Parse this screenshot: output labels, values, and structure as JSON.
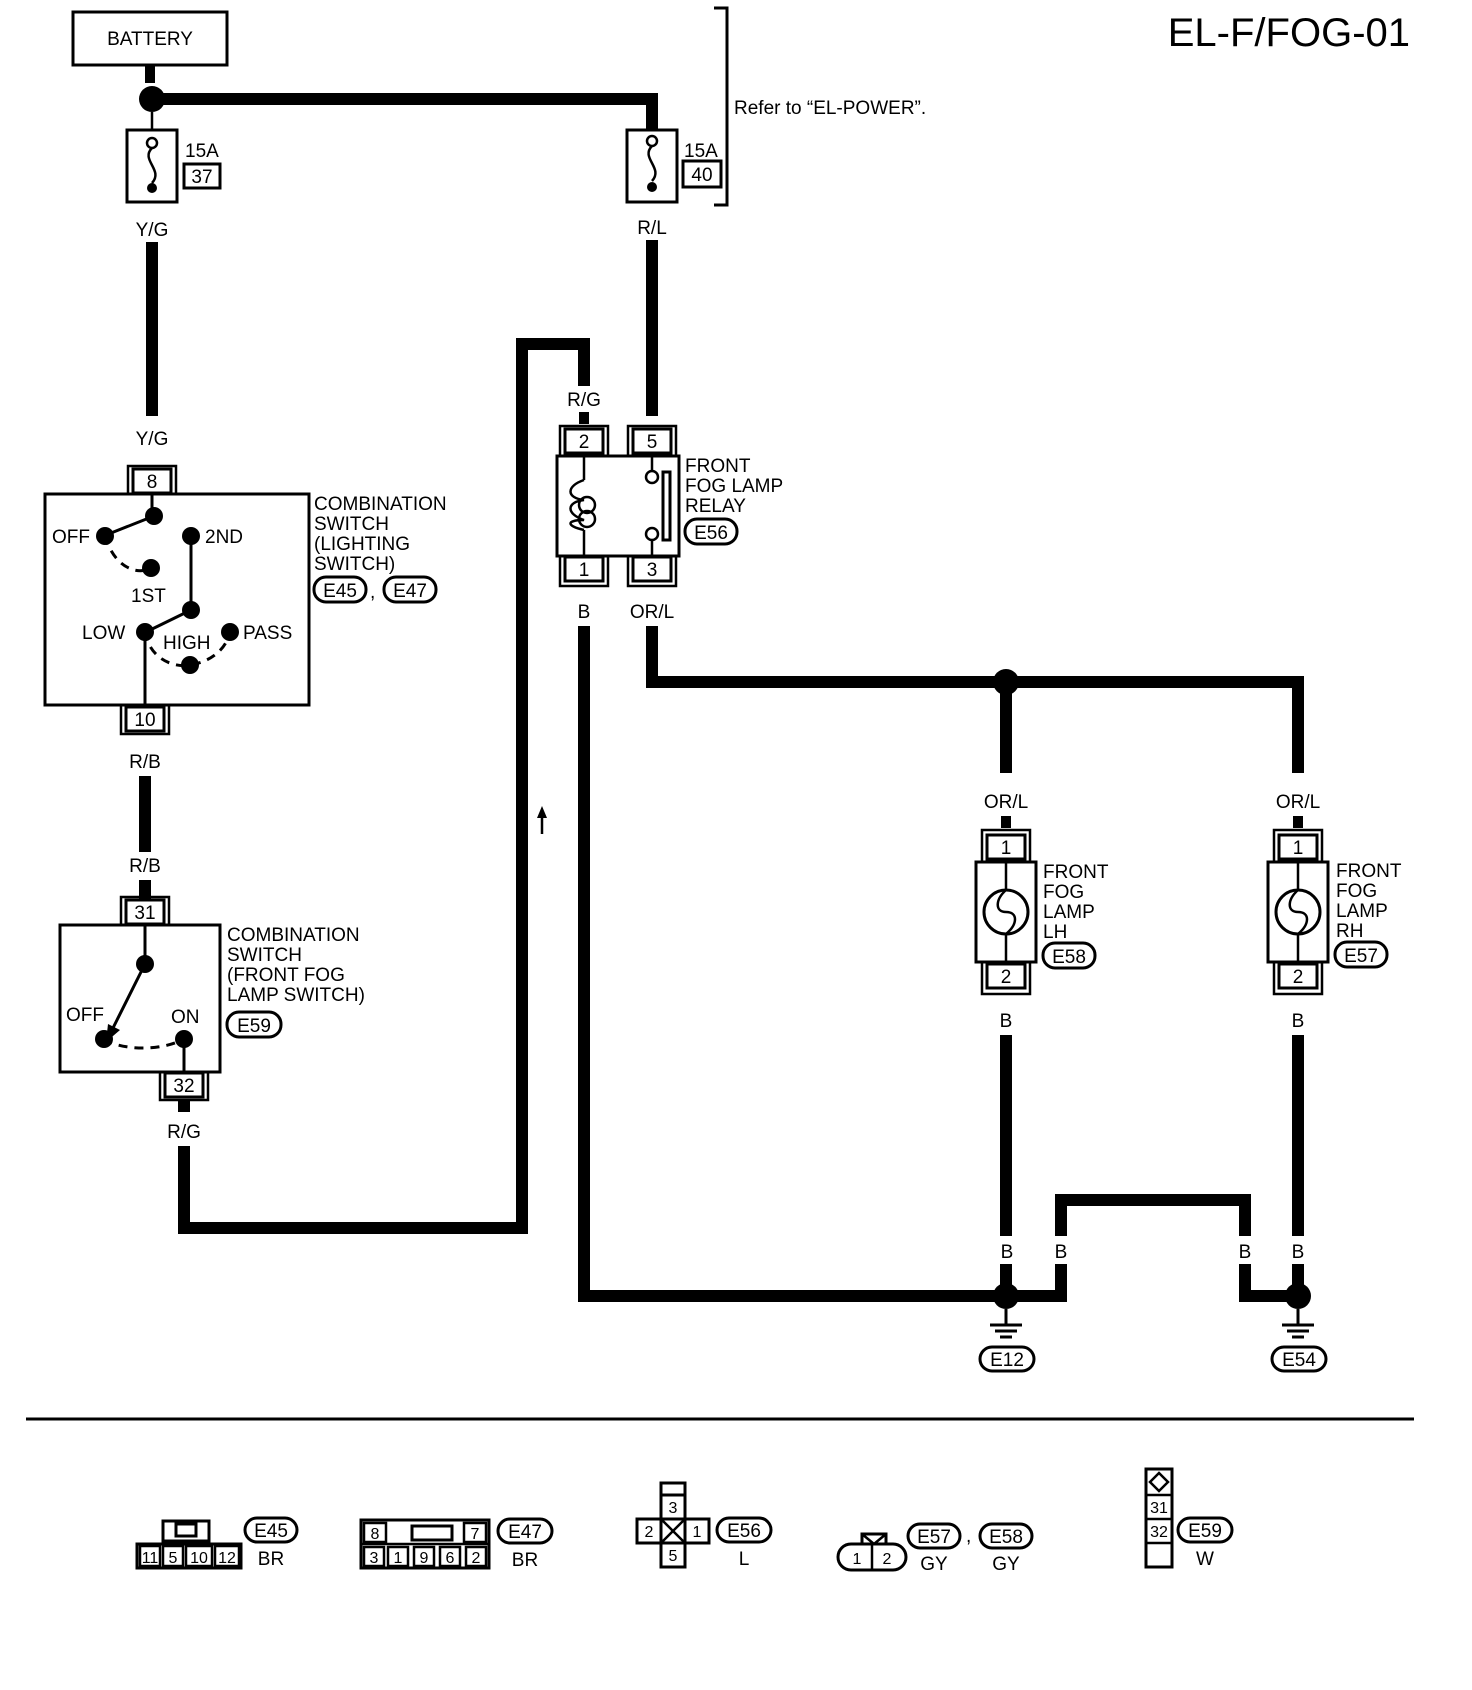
{
  "title": "EL-F/FOG-01",
  "battery": "BATTERY",
  "refer_note": "Refer to “EL-POWER”.",
  "fuses": [
    {
      "rating": "15A",
      "number": "37"
    },
    {
      "rating": "15A",
      "number": "40"
    }
  ],
  "wires": {
    "yg_top": "Y/G",
    "yg_bottom": "Y/G",
    "rl": "R/L",
    "rg_relay": "R/G",
    "b_relay": "B",
    "orl_relay": "OR/L",
    "rb_top": "R/B",
    "rb_bottom": "R/B",
    "rg_switch": "R/G",
    "orl_lh": "OR/L",
    "orl_rh": "OR/L",
    "b_lh": "B",
    "b_rh": "B",
    "b_e12_a": "B",
    "b_e12_b": "B",
    "b_e54_a": "B",
    "b_e54_b": "B"
  },
  "lighting_switch": {
    "name_lines": [
      "COMBINATION",
      "SWITCH",
      "(LIGHTING",
      "SWITCH)"
    ],
    "connectors": [
      "E45",
      "E47"
    ],
    "separator": ",",
    "pin_top": "8",
    "pin_bottom": "10",
    "positions": {
      "off": "OFF",
      "first": "1ST",
      "second": "2ND",
      "low": "LOW",
      "high": "HIGH",
      "pass": "PASS"
    }
  },
  "fog_switch": {
    "name_lines": [
      "COMBINATION",
      "SWITCH",
      "(FRONT FOG",
      "LAMP SWITCH)"
    ],
    "connector": "E59",
    "pin_top": "31",
    "pin_bottom": "32",
    "positions": {
      "off": "OFF",
      "on": "ON"
    }
  },
  "relay": {
    "name_lines": [
      "FRONT",
      "FOG LAMP",
      "RELAY"
    ],
    "connector": "E56",
    "pins": {
      "p2": "2",
      "p5": "5",
      "p1": "1",
      "p3": "3"
    }
  },
  "lamp_lh": {
    "name_lines": [
      "FRONT",
      "FOG",
      "LAMP",
      "LH"
    ],
    "connector": "E58",
    "pin_top": "1",
    "pin_bottom": "2"
  },
  "lamp_rh": {
    "name_lines": [
      "FRONT",
      "FOG",
      "LAMP",
      "RH"
    ],
    "connector": "E57",
    "pin_top": "1",
    "pin_bottom": "2"
  },
  "grounds": [
    "E12",
    "E54"
  ],
  "connector_views": {
    "e45": {
      "code": "E45",
      "color": "BR",
      "pins": [
        "11",
        "5",
        "10",
        "12"
      ]
    },
    "e47": {
      "code": "E47",
      "color": "BR",
      "pins_top": [
        "8",
        "7"
      ],
      "pins_bottom": [
        "3",
        "1",
        "9",
        "6",
        "2"
      ]
    },
    "e56": {
      "code": "E56",
      "color": "L",
      "pins": {
        "top": "3",
        "left": "2",
        "right": "1",
        "bottom": "5"
      }
    },
    "e57_e58": {
      "codes": [
        "E57",
        "E58"
      ],
      "separator": ",",
      "colors": [
        "GY",
        "GY"
      ],
      "pins": [
        "1",
        "2"
      ]
    },
    "e59": {
      "code": "E59",
      "color": "W",
      "pins": [
        "31",
        "32"
      ]
    }
  }
}
